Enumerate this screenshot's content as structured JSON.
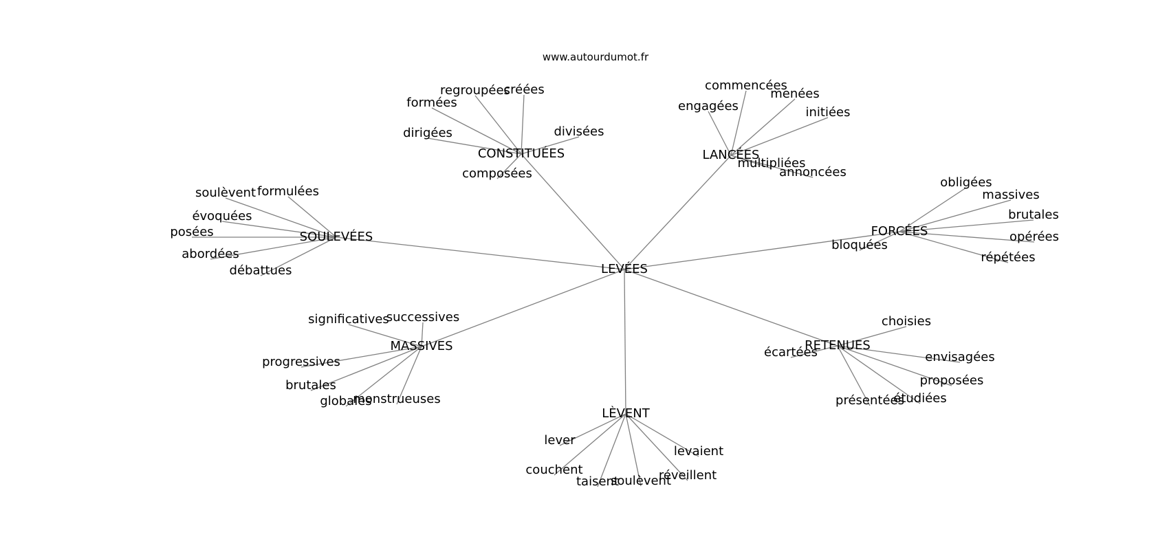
{
  "site_url": "www.autourdumot.fr",
  "edge_color": "#808080",
  "text_color": "#000000",
  "center": "LEVÉES",
  "clusters": [
    {
      "id": "constituees",
      "label": "CONSTITUÉES",
      "words": [
        "regroupées",
        "créées",
        "formées",
        "dirigées",
        "divisées",
        "composées"
      ]
    },
    {
      "id": "lancees",
      "label": "LANCÉES",
      "words": [
        "commencées",
        "engagées",
        "menées",
        "initiées",
        "multipliées",
        "annoncées"
      ]
    },
    {
      "id": "soulevees",
      "label": "SOULEVÉES",
      "words": [
        "soulèvent",
        "formulées",
        "évoquées",
        "posées",
        "abordées",
        "débattues"
      ]
    },
    {
      "id": "forcees",
      "label": "FORCÉES",
      "words": [
        "obligées",
        "massives",
        "brutales",
        "opérées",
        "répétées",
        "bloquées"
      ]
    },
    {
      "id": "massives",
      "label": "MASSIVES",
      "words": [
        "significatives",
        "successives",
        "progressives",
        "brutales",
        "globales",
        "monstrueuses"
      ]
    },
    {
      "id": "retenues",
      "label": "RETENUES",
      "words": [
        "choisies",
        "écartées",
        "envisagées",
        "proposées",
        "présentées",
        "étudiées"
      ]
    },
    {
      "id": "levent",
      "label": "LÈVENT",
      "words": [
        "lever",
        "couchent",
        "taisent",
        "soulèvent",
        "réveillent",
        "levaient"
      ]
    }
  ]
}
